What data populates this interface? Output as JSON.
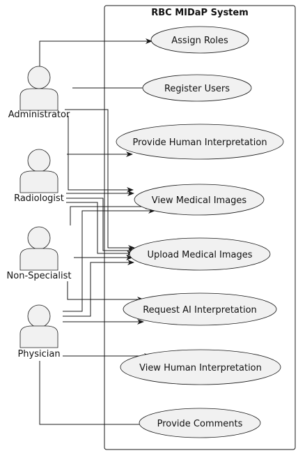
{
  "system": {
    "title": "RBC MIDaP System"
  },
  "actors": {
    "administrator": "Administrator",
    "radiologist": "Radiologist",
    "non_specialist": "Non-Specialist",
    "physician": "Physician"
  },
  "usecases": {
    "assign_roles": "Assign Roles",
    "register_users": "Register Users",
    "provide_human_interpretation": "Provide Human Interpretation",
    "view_medical_images": "View Medical Images",
    "upload_medical_images": "Upload Medical Images",
    "request_ai_interpretation": "Request AI Interpretation",
    "view_human_interpretation": "View Human Interpretation",
    "provide_comments": "Provide Comments"
  },
  "colors": {
    "fill": "#f1f1f1",
    "stroke": "#181818"
  }
}
